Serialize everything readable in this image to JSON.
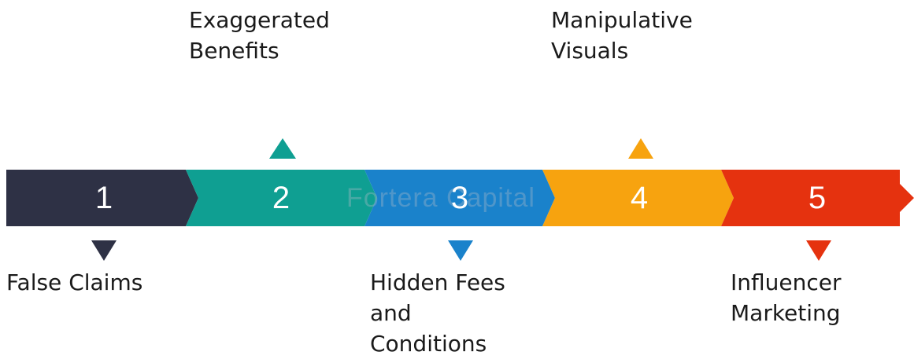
{
  "watermark": "Fortera Capital",
  "steps": [
    {
      "number": "1",
      "label": "False Claims",
      "color": "#2e3145",
      "marker": "down"
    },
    {
      "number": "2",
      "label": "Exaggerated\nBenefits",
      "color": "#0f9f92",
      "marker": "up"
    },
    {
      "number": "3",
      "label": "Hidden Fees\nand\nConditions",
      "color": "#1a82cb",
      "marker": "down"
    },
    {
      "number": "4",
      "label": "Manipulative\nVisuals",
      "color": "#f7a30f",
      "marker": "up"
    },
    {
      "number": "5",
      "label": "Influencer\nMarketing",
      "color": "#e5320f",
      "marker": "down"
    }
  ]
}
